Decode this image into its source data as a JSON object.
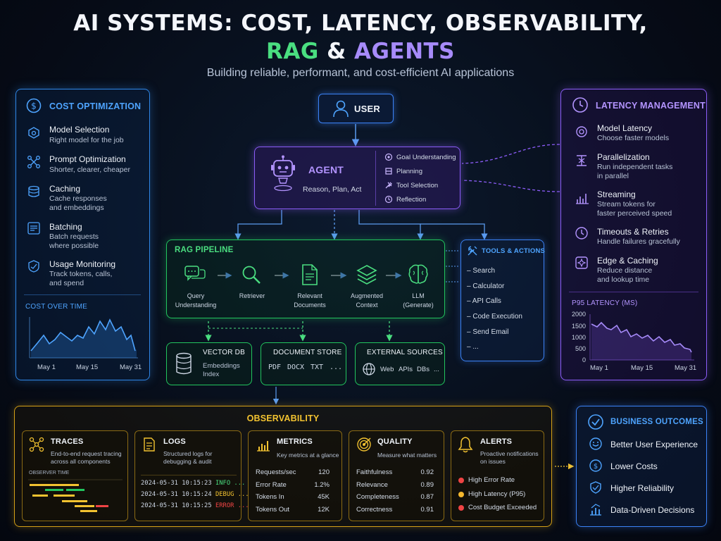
{
  "header": {
    "title_line1": "AI SYSTEMS: COST, LATENCY, OBSERVABILITY,",
    "title_rag": "RAG",
    "title_amp": "&",
    "title_agents": "AGENTS",
    "subtitle": "Building reliable, performant, and cost-efficient AI applications"
  },
  "cost": {
    "title": "COST OPTIMIZATION",
    "items": [
      {
        "title": "Model Selection",
        "desc": "Right model for the job",
        "icon": "model-selection-icon"
      },
      {
        "title": "Prompt Optimization",
        "desc": "Shorter, clearer, cheaper",
        "icon": "prompt-optimization-icon"
      },
      {
        "title": "Caching",
        "desc1": "Cache responses",
        "desc2": "and embeddings",
        "icon": "caching-icon"
      },
      {
        "title": "Batching",
        "desc1": "Batch requests",
        "desc2": "where possible",
        "icon": "batching-icon"
      },
      {
        "title": "Usage Monitoring",
        "desc1": "Track tokens, calls,",
        "desc2": "and spend",
        "icon": "usage-monitoring-icon"
      }
    ],
    "chart_title": "COST OVER TIME",
    "chart_x": [
      "May 1",
      "May 15",
      "May 31"
    ]
  },
  "latency": {
    "title": "LATENCY MANAGEMENT",
    "items": [
      {
        "title": "Model Latency",
        "desc1": "Choose faster models",
        "desc2": ""
      },
      {
        "title": "Parallelization",
        "desc1": "Run independent tasks",
        "desc2": "in parallel"
      },
      {
        "title": "Streaming",
        "desc1": "Stream tokens for",
        "desc2": "faster perceived speed"
      },
      {
        "title": "Timeouts & Retries",
        "desc1": "Handle failures gracefully",
        "desc2": ""
      },
      {
        "title": "Edge & Caching",
        "desc1": "Reduce distance",
        "desc2": "and lookup time"
      }
    ],
    "chart_title": "P95 LATENCY (MS)",
    "chart_y": [
      "2000",
      "1500",
      "1000",
      "500",
      "0"
    ],
    "chart_x": [
      "May 1",
      "May 15",
      "May 31"
    ]
  },
  "user": {
    "label": "USER"
  },
  "agent": {
    "title": "AGENT",
    "desc": "Reason, Plan, Act",
    "capabilities": [
      "Goal Understanding",
      "Planning",
      "Tool Selection",
      "Reflection"
    ]
  },
  "rag": {
    "title": "RAG PIPELINE",
    "steps": [
      {
        "l1": "Query",
        "l2": "Understanding"
      },
      {
        "l1": "Retriever",
        "l2": ""
      },
      {
        "l1": "Relevant",
        "l2": "Documents"
      },
      {
        "l1": "Augmented",
        "l2": "Context"
      },
      {
        "l1": "LLM",
        "l2": "(Generate)"
      }
    ]
  },
  "tools": {
    "title": "TOOLS & ACTIONS",
    "items": [
      "Search",
      "Calculator",
      "API Calls",
      "Code Execution",
      "Send Email",
      "..."
    ]
  },
  "vectordb": {
    "title": "VECTOR DB",
    "desc1": "Embeddings",
    "desc2": "Index"
  },
  "docstore": {
    "title": "DOCUMENT STORE",
    "formats": [
      "PDF",
      "DOCX",
      "TXT",
      "..."
    ]
  },
  "external": {
    "title": "EXTERNAL SOURCES",
    "items": [
      "Web",
      "APIs",
      "DBs",
      "..."
    ]
  },
  "observability": {
    "title": "OBSERVABILITY",
    "traces": {
      "title": "TRACES",
      "desc1": "End-to-end request tracing",
      "desc2": "across all components",
      "label": "OBSERVER TIME"
    },
    "logs": {
      "title": "LOGS",
      "desc1": "Structured logs for",
      "desc2": "debugging & audit",
      "lines": [
        {
          "ts": "2024-05-31 10:15:23",
          "level": "INFO ...",
          "color": "#4ade80"
        },
        {
          "ts": "2024-05-31 10:15:24",
          "level": "DEBUG ...",
          "color": "#f2c230"
        },
        {
          "ts": "2024-05-31 10:15:25",
          "level": "ERROR ...",
          "color": "#ef4444"
        }
      ]
    },
    "metrics": {
      "title": "METRICS",
      "desc": "Key metrics at a glance",
      "rows": [
        {
          "k": "Requests/sec",
          "v": "120"
        },
        {
          "k": "Error Rate",
          "v": "1.2%"
        },
        {
          "k": "Tokens In",
          "v": "45K"
        },
        {
          "k": "Tokens Out",
          "v": "12K"
        }
      ]
    },
    "quality": {
      "title": "QUALITY",
      "desc": "Measure what matters",
      "rows": [
        {
          "k": "Faithfulness",
          "v": "0.92"
        },
        {
          "k": "Relevance",
          "v": "0.89"
        },
        {
          "k": "Completeness",
          "v": "0.87"
        },
        {
          "k": "Correctness",
          "v": "0.91"
        }
      ]
    },
    "alerts": {
      "title": "ALERTS",
      "desc1": "Proactive notifications",
      "desc2": "on issues",
      "items": [
        {
          "label": "High Error Rate",
          "color": "#ef4444"
        },
        {
          "label": "High Latency (P95)",
          "color": "#f5b82e"
        },
        {
          "label": "Cost Budget Exceeded",
          "color": "#ef4444"
        }
      ]
    }
  },
  "business": {
    "title": "BUSINESS OUTCOMES",
    "items": [
      "Better User Experience",
      "Lower Costs",
      "Higher Reliability",
      "Data-Driven Decisions"
    ]
  },
  "colors": {
    "blue": "#3b82f6",
    "purple": "#8b5cf6",
    "green": "#22c55e",
    "gold": "#d4a017"
  }
}
